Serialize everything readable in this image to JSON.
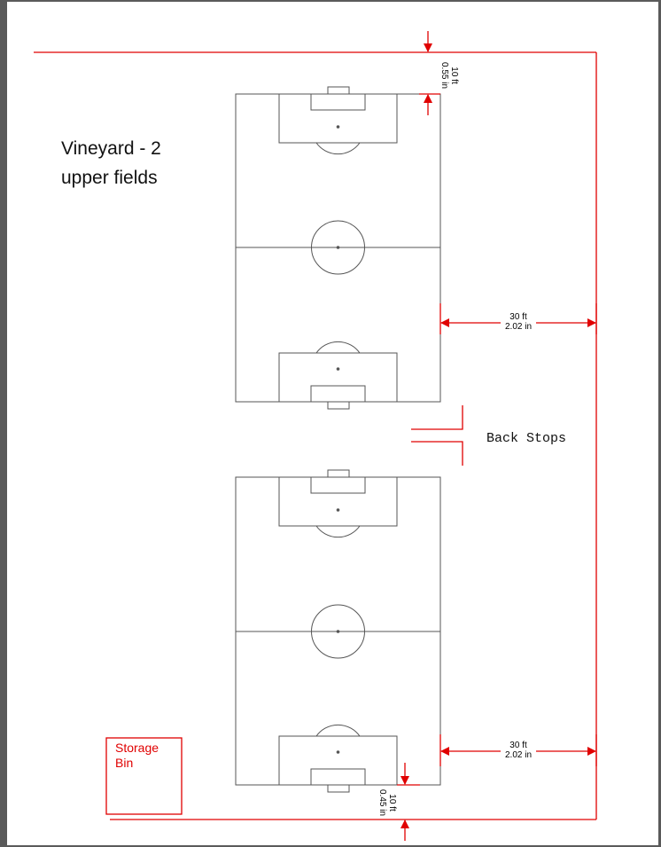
{
  "title": {
    "line1": "Vineyard - 2",
    "line2": "upper fields"
  },
  "labels": {
    "back_stops": "Back Stops",
    "storage_line1": "Storage",
    "storage_line2": "Bin"
  },
  "dimensions": {
    "top_gap": {
      "feet": "10 ft",
      "inches": "0.55 in"
    },
    "upper_side": {
      "feet": "30 ft",
      "inches": "2.02 in"
    },
    "lower_side": {
      "feet": "30 ft",
      "inches": "2.02 in"
    },
    "bottom_gap": {
      "feet": "10 ft",
      "inches": "0.45 in"
    }
  },
  "colors": {
    "boundary": "#e00000",
    "field_line": "#555555",
    "background": "#ffffff",
    "frame": "#5a5a5a"
  }
}
